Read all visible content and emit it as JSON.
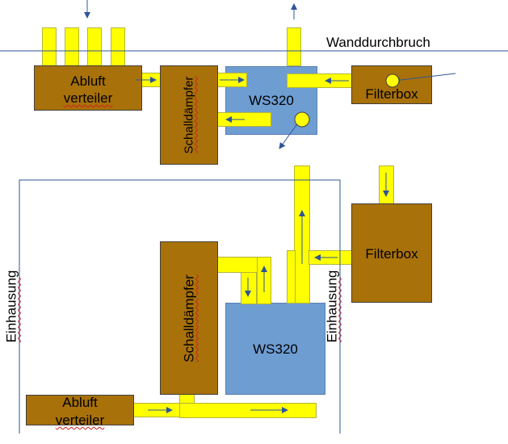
{
  "top": {
    "wall_label": "Wanddurchbruch",
    "abluft_line1": "Abluft",
    "abluft_line2": "verteiler",
    "schall": "Schalldämpfer",
    "ws": "WS320",
    "filter": "Filterbox"
  },
  "bottom": {
    "einhausung_left": "Einhausung",
    "einhausung_right": "Einhausung",
    "filter": "Filterbox",
    "schall": "Schalldämpfer",
    "ws": "WS320",
    "abluft_line1": "Abluft",
    "abluft_line2": "verteiler"
  },
  "colors": {
    "brown": "#a8710a",
    "blue": "#6e9dd2",
    "duct": "#ffff00",
    "line": "#2f5597"
  }
}
